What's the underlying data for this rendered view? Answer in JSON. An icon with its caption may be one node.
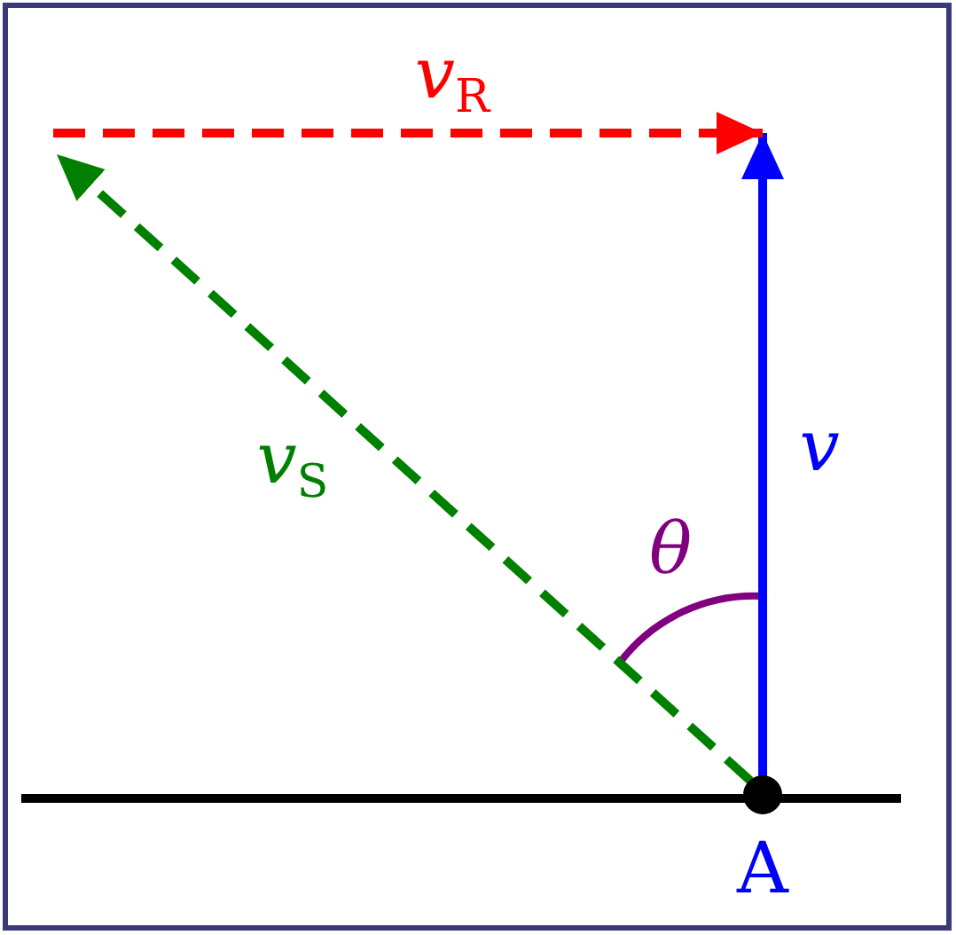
{
  "diagram": {
    "labels": [
      "*v*$_{R}$",
      "v",
      "*v*$_{S}$",
      "θ",
      "A"
    ]
  }
}
